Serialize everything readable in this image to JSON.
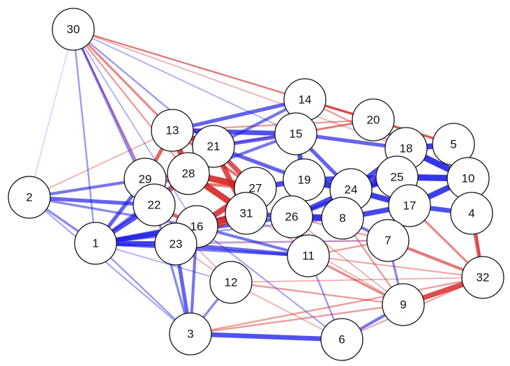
{
  "graph": {
    "type": "weighted correlation network",
    "colors": {
      "positive": "#1a1ae6",
      "negative": "#d42020",
      "node_fill": "#ffffff",
      "node_stroke": "#111111"
    },
    "nodes": [
      "30",
      "14",
      "20",
      "13",
      "21",
      "15",
      "18",
      "5",
      "2",
      "29",
      "28",
      "27",
      "19",
      "24",
      "25",
      "10",
      "22",
      "17",
      "4",
      "16",
      "31",
      "26",
      "8",
      "1",
      "23",
      "7",
      "11",
      "12",
      "32",
      "9",
      "3",
      "6"
    ],
    "edges": [
      [
        "13",
        "21",
        -0.9
      ],
      [
        "13",
        "28",
        -0.9
      ],
      [
        "13",
        "29",
        -0.7
      ],
      [
        "21",
        "28",
        -0.8
      ],
      [
        "28",
        "29",
        -0.6
      ],
      [
        "28",
        "27",
        -0.95
      ],
      [
        "28",
        "31",
        -0.95
      ],
      [
        "21",
        "27",
        -0.8
      ],
      [
        "29",
        "22",
        -0.6
      ],
      [
        "22",
        "16",
        -0.7
      ],
      [
        "16",
        "31",
        -0.95
      ],
      [
        "23",
        "31",
        -0.8
      ],
      [
        "16",
        "27",
        -0.9
      ],
      [
        "27",
        "31",
        -0.95
      ],
      [
        "22",
        "28",
        -0.7
      ],
      [
        "13",
        "27",
        -0.6
      ],
      [
        "21",
        "31",
        -0.85
      ],
      [
        "23",
        "16",
        -0.7
      ],
      [
        "29",
        "27",
        -0.6
      ],
      [
        "19",
        "24",
        0.95
      ],
      [
        "24",
        "25",
        0.95
      ],
      [
        "25",
        "17",
        0.95
      ],
      [
        "17",
        "10",
        0.9
      ],
      [
        "10",
        "5",
        0.95
      ],
      [
        "5",
        "18",
        0.9
      ],
      [
        "18",
        "25",
        0.95
      ],
      [
        "19",
        "26",
        0.9
      ],
      [
        "26",
        "8",
        0.95
      ],
      [
        "8",
        "24",
        0.95
      ],
      [
        "24",
        "17",
        0.9
      ],
      [
        "25",
        "10",
        0.95
      ],
      [
        "4",
        "10",
        0.9
      ],
      [
        "4",
        "17",
        0.8
      ],
      [
        "18",
        "10",
        0.95
      ],
      [
        "15",
        "19",
        0.8
      ],
      [
        "15",
        "24",
        0.7
      ],
      [
        "19",
        "25",
        0.85
      ],
      [
        "8",
        "17",
        0.85
      ],
      [
        "8",
        "7",
        0.6
      ],
      [
        "26",
        "24",
        0.85
      ],
      [
        "27",
        "19",
        0.85
      ],
      [
        "31",
        "26",
        0.8
      ],
      [
        "15",
        "18",
        0.7
      ],
      [
        "20",
        "18",
        0.6
      ],
      [
        "14",
        "15",
        0.6
      ],
      [
        "5",
        "4",
        0.8
      ],
      [
        "7",
        "17",
        0.6
      ],
      [
        "24",
        "18",
        0.8
      ],
      [
        "26",
        "25",
        0.7
      ],
      [
        "1",
        "22",
        0.8
      ],
      [
        "1",
        "16",
        0.8
      ],
      [
        "1",
        "23",
        0.85
      ],
      [
        "1",
        "29",
        0.7
      ],
      [
        "1",
        "28",
        0.6
      ],
      [
        "1",
        "31",
        0.6
      ],
      [
        "1",
        "26",
        0.7
      ],
      [
        "1",
        "11",
        0.6
      ],
      [
        "2",
        "22",
        0.7
      ],
      [
        "2",
        "29",
        0.6
      ],
      [
        "2",
        "1",
        0.5
      ],
      [
        "2",
        "13",
        -0.3
      ],
      [
        "2",
        "16",
        0.5
      ],
      [
        "23",
        "11",
        0.7
      ],
      [
        "16",
        "11",
        0.6
      ],
      [
        "23",
        "3",
        0.7
      ],
      [
        "16",
        "3",
        0.6
      ],
      [
        "22",
        "3",
        0.5
      ],
      [
        "3",
        "6",
        0.8
      ],
      [
        "3",
        "9",
        -0.4
      ],
      [
        "6",
        "9",
        0.6
      ],
      [
        "9",
        "32",
        -0.85
      ],
      [
        "7",
        "32",
        -0.6
      ],
      [
        "4",
        "32",
        -0.7
      ],
      [
        "11",
        "9",
        -0.5
      ],
      [
        "8",
        "9",
        -0.4
      ],
      [
        "7",
        "9",
        0.5
      ],
      [
        "12",
        "9",
        -0.4
      ],
      [
        "12",
        "3",
        0.5
      ],
      [
        "12",
        "6",
        -0.3
      ],
      [
        "11",
        "6",
        0.4
      ],
      [
        "17",
        "32",
        -0.5
      ],
      [
        "10",
        "32",
        -0.5
      ],
      [
        "26",
        "7",
        -0.4
      ],
      [
        "11",
        "7",
        -0.4
      ],
      [
        "13",
        "14",
        0.7
      ],
      [
        "21",
        "14",
        0.6
      ],
      [
        "13",
        "15",
        0.8
      ],
      [
        "21",
        "15",
        0.7
      ],
      [
        "21",
        "19",
        0.7
      ],
      [
        "28",
        "15",
        0.6
      ],
      [
        "14",
        "20",
        -0.5
      ],
      [
        "14",
        "5",
        -0.5
      ],
      [
        "20",
        "5",
        -0.5
      ],
      [
        "15",
        "20",
        -0.4
      ],
      [
        "13",
        "20",
        -0.4
      ],
      [
        "21",
        "20",
        -0.4
      ],
      [
        "14",
        "18",
        -0.4
      ],
      [
        "30",
        "14",
        -0.4
      ],
      [
        "30",
        "13",
        -0.5
      ],
      [
        "30",
        "21",
        0.4
      ],
      [
        "30",
        "22",
        0.5
      ],
      [
        "30",
        "29",
        -0.4
      ],
      [
        "30",
        "1",
        0.4
      ],
      [
        "30",
        "2",
        0.15
      ],
      [
        "30",
        "16",
        0.3
      ],
      [
        "30",
        "20",
        -0.3
      ],
      [
        "30",
        "18",
        -0.3
      ],
      [
        "30",
        "15",
        0.3
      ],
      [
        "30",
        "23",
        0.3
      ],
      [
        "30",
        "28",
        -0.4
      ],
      [
        "2",
        "3",
        0.35
      ],
      [
        "1",
        "3",
        0.4
      ],
      [
        "1",
        "12",
        0.3
      ],
      [
        "23",
        "12",
        -0.3
      ],
      [
        "31",
        "9",
        -0.3
      ],
      [
        "26",
        "9",
        -0.3
      ],
      [
        "16",
        "6",
        0.35
      ],
      [
        "22",
        "12",
        -0.3
      ],
      [
        "1",
        "8",
        0.4
      ],
      [
        "1",
        "7",
        0.3
      ],
      [
        "23",
        "7",
        -0.3
      ],
      [
        "12",
        "32",
        -0.3
      ],
      [
        "3",
        "32",
        -0.4
      ],
      [
        "6",
        "32",
        -0.35
      ],
      [
        "11",
        "32",
        -0.35
      ]
    ]
  }
}
